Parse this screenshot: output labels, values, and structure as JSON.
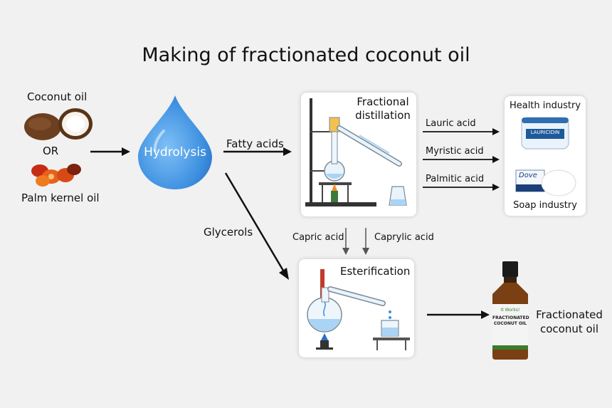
{
  "title": "Making of fractionated coconut oil",
  "inputs": {
    "coconut_oil": "Coconut oil",
    "or": "OR",
    "palm_kernel_oil": "Palm kernel oil"
  },
  "hydrolysis": "Hydrolysis",
  "edges": {
    "fatty_acids": "Fatty acids",
    "glycerols": "Glycerols",
    "capric_acid": "Capric acid",
    "caprylic_acid": "Caprylic acid",
    "lauric_acid": "Lauric acid",
    "myristic_acid": "Myristic acid",
    "palmitic_acid": "Palmitic acid"
  },
  "distillation": {
    "line1": "Fractional",
    "line2": "distillation"
  },
  "esterification": "Esterification",
  "industries": {
    "health": "Health industry",
    "health_product": "LAURICIDIN",
    "soap": "Soap industry",
    "soap_product": "Dove"
  },
  "product": {
    "bottle_brand": "It Works!",
    "bottle_line1": "FRACTIONATED",
    "bottle_line2": "COCONUT OIL",
    "label_line1": "Fractionated",
    "label_line2": "coconut oil"
  },
  "colors": {
    "drop": "#3d8fe0",
    "arrow": "#111111",
    "thin_arrow": "#555555",
    "liquid": "#a9d4f5"
  }
}
